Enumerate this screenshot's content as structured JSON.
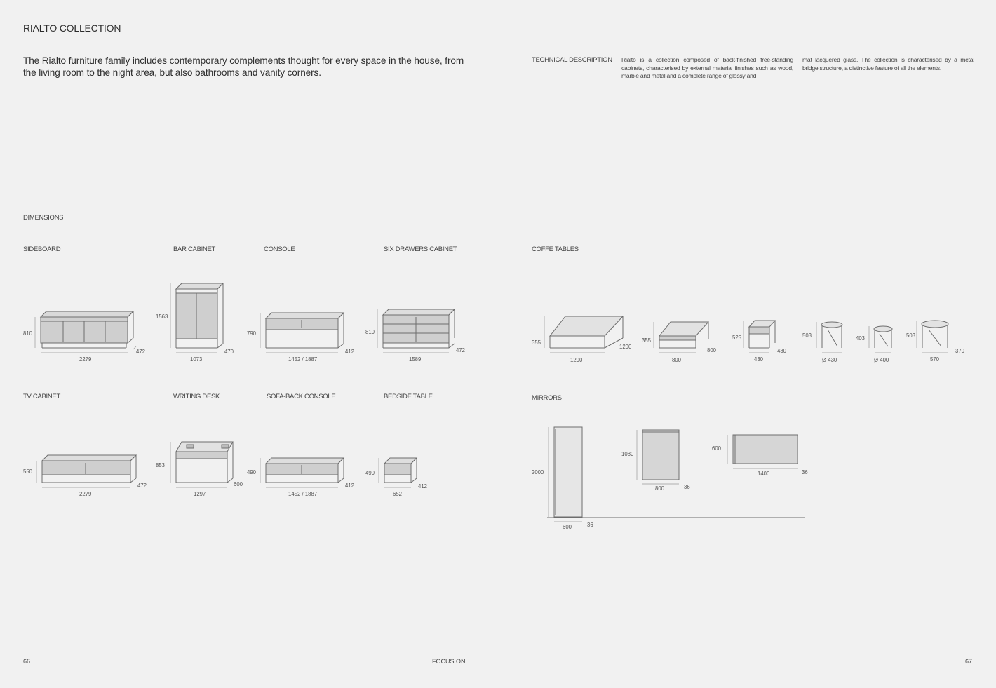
{
  "header": {
    "title": "RIALTO COLLECTION",
    "intro": "The Rialto furniture family includes contemporary complements thought for every space in the house, from the living room to the night area, but also bathrooms and vanity corners."
  },
  "technical": {
    "heading": "TECHNICAL DESCRIPTION",
    "col1": "Rialto is a collection composed of back-finished free-standing cabinets, characterised by external material finishes such as wood, marble and metal and a complete range of glossy and",
    "col2": "mat lacquered glass. The collection is characterised by a metal bridge structure, a distinctive feature of all the elements."
  },
  "dimensions_heading": "DIMENSIONS",
  "products": [
    {
      "name": "SIDEBOARD",
      "height": "810",
      "width": "2279",
      "depth": "472"
    },
    {
      "name": "BAR CABINET",
      "height": "1563",
      "width": "1073",
      "depth": "470"
    },
    {
      "name": "CONSOLE",
      "height": "790",
      "width": "1452 / 1887",
      "depth": "412"
    },
    {
      "name": "SIX DRAWERS CABINET",
      "height": "810",
      "width": "1589",
      "depth": "472"
    },
    {
      "name": "TV CABINET",
      "height": "550",
      "width": "2279",
      "depth": "472"
    },
    {
      "name": "WRITING DESK",
      "height": "853",
      "width": "1297",
      "depth": "600"
    },
    {
      "name": "SOFA-BACK CONSOLE",
      "height": "490",
      "width": "1452 / 1887",
      "depth": "412"
    },
    {
      "name": "BEDSIDE TABLE",
      "height": "490",
      "width": "652",
      "depth": "412"
    }
  ],
  "coffee_tables": {
    "name": "COFFE TABLES",
    "items": [
      {
        "height": "355",
        "width": "1200",
        "depth": "1200"
      },
      {
        "height": "355",
        "width": "800",
        "depth": "800"
      },
      {
        "height": "525",
        "width": "430",
        "depth": "430"
      },
      {
        "height": "503",
        "width": "Ø 430"
      },
      {
        "height": "403",
        "width": "Ø 400"
      },
      {
        "height": "503",
        "width": "570",
        "depth": "370"
      }
    ]
  },
  "mirrors": {
    "name": "MIRRORS",
    "items": [
      {
        "height": "2000",
        "width": "600",
        "depth": "36"
      },
      {
        "height": "1080",
        "width": "800",
        "depth": "36"
      },
      {
        "height": "600",
        "width": "1400",
        "depth": "36"
      }
    ]
  },
  "footer": {
    "left_page": "66",
    "center": "FOCUS ON",
    "right_page": "67"
  }
}
